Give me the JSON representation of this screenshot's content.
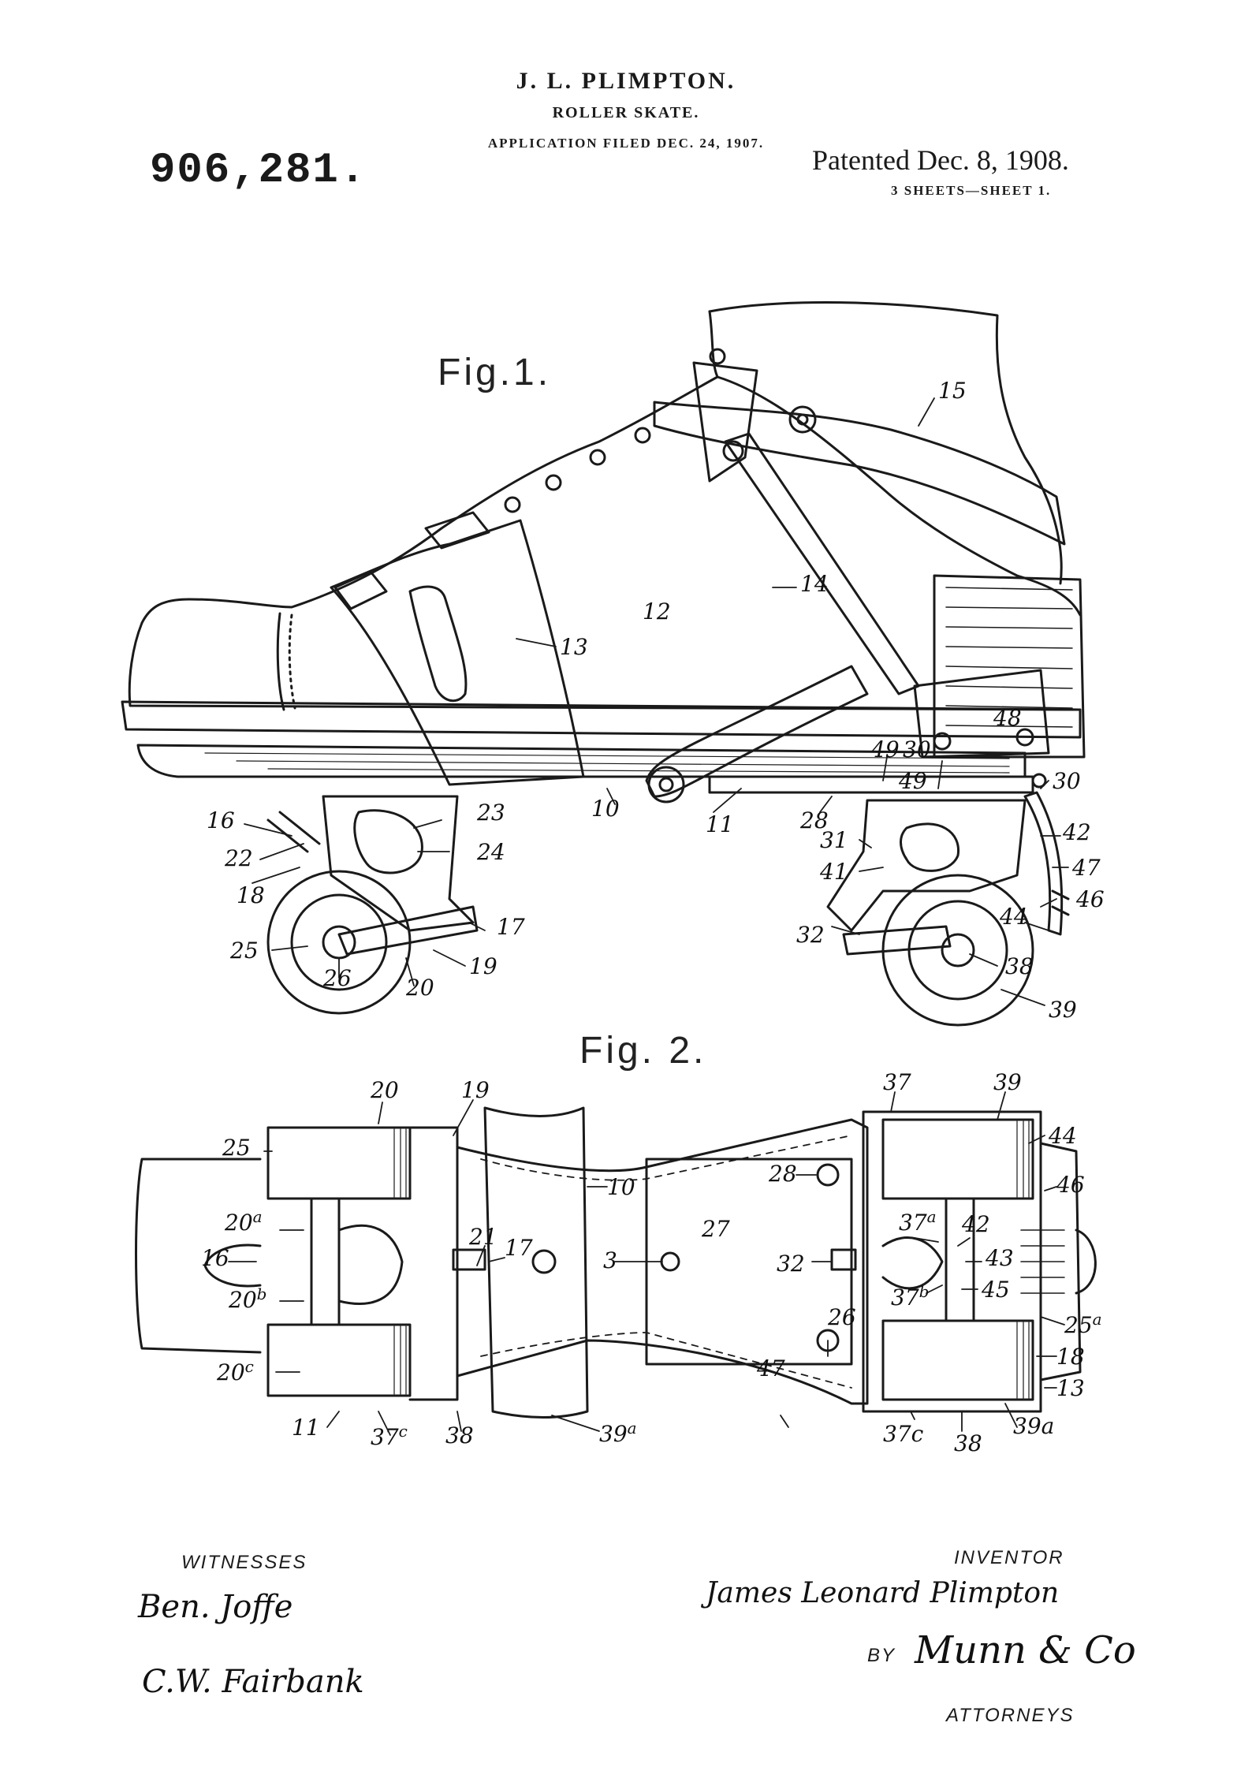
{
  "header": {
    "inventor_name": "J. L. PLIMPTON.",
    "title": "ROLLER SKATE.",
    "application_line": "APPLICATION FILED DEC. 24, 1907.",
    "patent_number": "906,281.",
    "patented_date": "Patented Dec. 8, 1908.",
    "sheets": "3 SHEETS—SHEET 1."
  },
  "figures": {
    "fig1": "Fig.1.",
    "fig2": "Fig. 2."
  },
  "fig1_refs": [
    "15",
    "14",
    "12",
    "13",
    "16",
    "22",
    "18",
    "23",
    "24",
    "10",
    "11",
    "28",
    "30",
    "49",
    "48",
    "49",
    "30",
    "31",
    "41",
    "42",
    "47",
    "46",
    "44",
    "17",
    "19",
    "20",
    "25",
    "26",
    "32",
    "38",
    "39"
  ],
  "fig2_refs": [
    "20",
    "19",
    "25",
    "10",
    "28",
    "37",
    "39",
    "44",
    "46",
    "20a",
    "16",
    "21",
    "17",
    "3",
    "27",
    "32",
    "37a",
    "42",
    "43",
    "20b",
    "37b",
    "45",
    "25a",
    "26",
    "20c",
    "18",
    "13",
    "11",
    "37c",
    "38",
    "39a",
    "47"
  ],
  "footer": {
    "witnesses_label": "WITNESSES",
    "inventor_label": "INVENTOR",
    "by_label": "BY",
    "attorneys_label": "ATTORNEYS",
    "witness_1": "Ben. Joffe",
    "witness_2": "C.W. Fairbank",
    "inventor_signature": "James Leonard Plimpton",
    "attorney_signature": "Munn & Co"
  }
}
